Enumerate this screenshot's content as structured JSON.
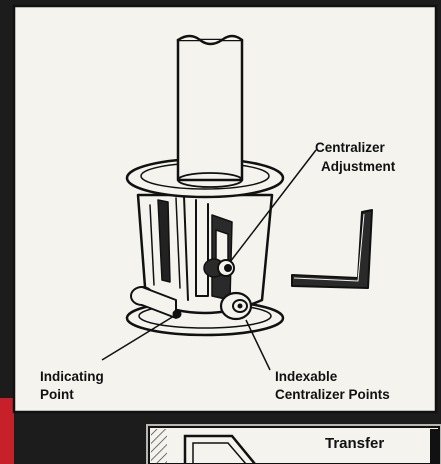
{
  "labels": {
    "centralizer_adjustment": [
      "Centralizer",
      "Adjustment"
    ],
    "indicating_point": [
      "Indicating",
      "Point"
    ],
    "indexable_points": [
      "Indexable",
      "Centralizer Points"
    ],
    "transfer": "Transfer"
  },
  "colors": {
    "background": "#1c1c1c",
    "panel": "#f4f3ee",
    "ink": "#111111",
    "accent_red": "#c8202a",
    "inset_panel": "#b9b7b2"
  }
}
